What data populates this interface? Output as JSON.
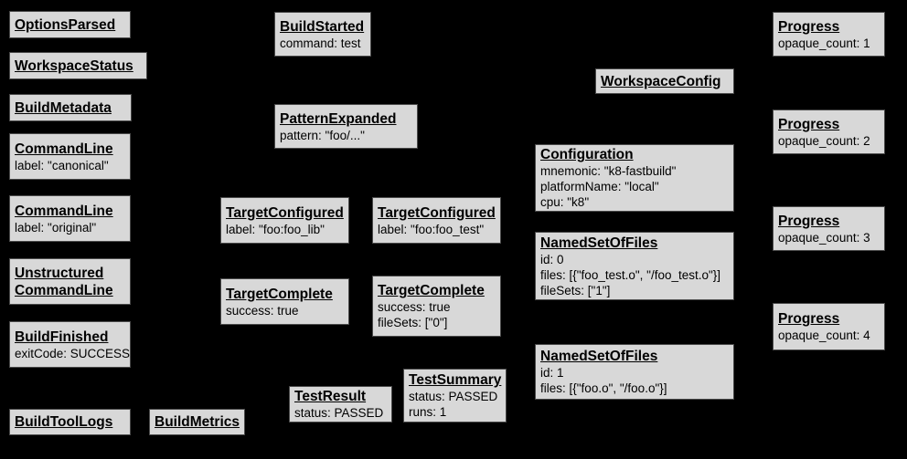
{
  "diagram": {
    "background_color": "#000000",
    "node_fill_color": "#d8d8d8",
    "node_border_color": "#4a4a4a",
    "text_color": "#000000"
  },
  "nodes": {
    "options_parsed": {
      "title": "OptionsParsed"
    },
    "workspace_status": {
      "title": "WorkspaceStatus"
    },
    "build_metadata": {
      "title": "BuildMetadata"
    },
    "command_line_canonical": {
      "title": "CommandLine",
      "lines": [
        "label: \"canonical\""
      ]
    },
    "command_line_original": {
      "title": "CommandLine",
      "lines": [
        "label: \"original\""
      ]
    },
    "unstructured_command_line": {
      "title_lines": [
        "Unstructured",
        "CommandLine"
      ]
    },
    "build_finished": {
      "title": "BuildFinished",
      "lines": [
        "exitCode: SUCCESS"
      ]
    },
    "build_tool_logs": {
      "title": "BuildToolLogs"
    },
    "build_metrics": {
      "title": "BuildMetrics"
    },
    "build_started": {
      "title": "BuildStarted",
      "lines": [
        "command: test"
      ]
    },
    "pattern_expanded": {
      "title": "PatternExpanded",
      "lines": [
        "pattern: \"foo/...\""
      ]
    },
    "target_configured_lib": {
      "title": "TargetConfigured",
      "lines": [
        "label: \"foo:foo_lib\""
      ]
    },
    "target_configured_test": {
      "title": "TargetConfigured",
      "lines": [
        "label: \"foo:foo_test\""
      ]
    },
    "target_complete_lib": {
      "title": "TargetComplete",
      "lines": [
        "success: true"
      ]
    },
    "target_complete_test": {
      "title": "TargetComplete",
      "lines": [
        "success: true",
        "fileSets: [\"0\"]"
      ]
    },
    "test_result": {
      "title": "TestResult",
      "lines": [
        "status: PASSED"
      ]
    },
    "test_summary": {
      "title": "TestSummary",
      "lines": [
        "status: PASSED",
        "runs: 1"
      ]
    },
    "workspace_config": {
      "title": "WorkspaceConfig"
    },
    "configuration": {
      "title": "Configuration",
      "lines": [
        "mnemonic: \"k8-fastbuild\"",
        "platformName: \"local\"",
        "cpu: \"k8\""
      ]
    },
    "named_set_of_files_0": {
      "title": "NamedSetOfFiles",
      "lines": [
        "id: 0",
        "files: [{\"foo_test.o\", \"/foo_test.o\"}]",
        "fileSets: [\"1\"]"
      ]
    },
    "named_set_of_files_1": {
      "title": "NamedSetOfFiles",
      "lines": [
        "id: 1",
        "files: [{\"foo.o\", \"/foo.o\"}]"
      ]
    },
    "progress_1": {
      "title": "Progress",
      "lines": [
        "opaque_count: 1"
      ]
    },
    "progress_2": {
      "title": "Progress",
      "lines": [
        "opaque_count: 2"
      ]
    },
    "progress_3": {
      "title": "Progress",
      "lines": [
        "opaque_count: 3"
      ]
    },
    "progress_4": {
      "title": "Progress",
      "lines": [
        "opaque_count: 4"
      ]
    }
  }
}
